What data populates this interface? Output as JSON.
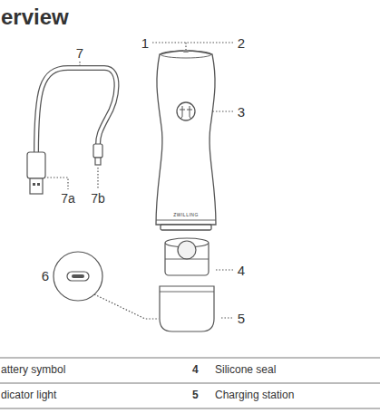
{
  "diagram": {
    "title": "erview",
    "labels": [
      "1",
      "2",
      "7",
      "3",
      "7a",
      "7b",
      "ZWILLING",
      "6",
      "4",
      "5",
      "attery symbol",
      "4",
      "Silicone seal",
      "dicator light",
      "5",
      "Charging station"
    ]
  }
}
